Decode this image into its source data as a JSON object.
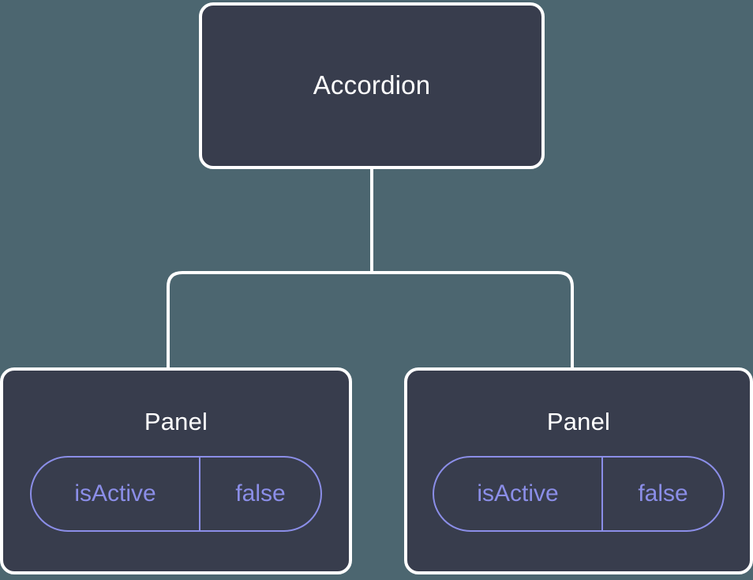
{
  "diagram": {
    "type": "component-tree",
    "background_color": "#4c6670",
    "node_fill_color": "#383d4d",
    "node_border_color": "#ffffff",
    "connector_color": "#ffffff",
    "badge_color": "#8b8ee8",
    "title_color": "#ffffff",
    "root": {
      "label": "Accordion"
    },
    "children": [
      {
        "label": "Panel",
        "state": {
          "key": "isActive",
          "value": "false"
        }
      },
      {
        "label": "Panel",
        "state": {
          "key": "isActive",
          "value": "false"
        }
      }
    ]
  }
}
